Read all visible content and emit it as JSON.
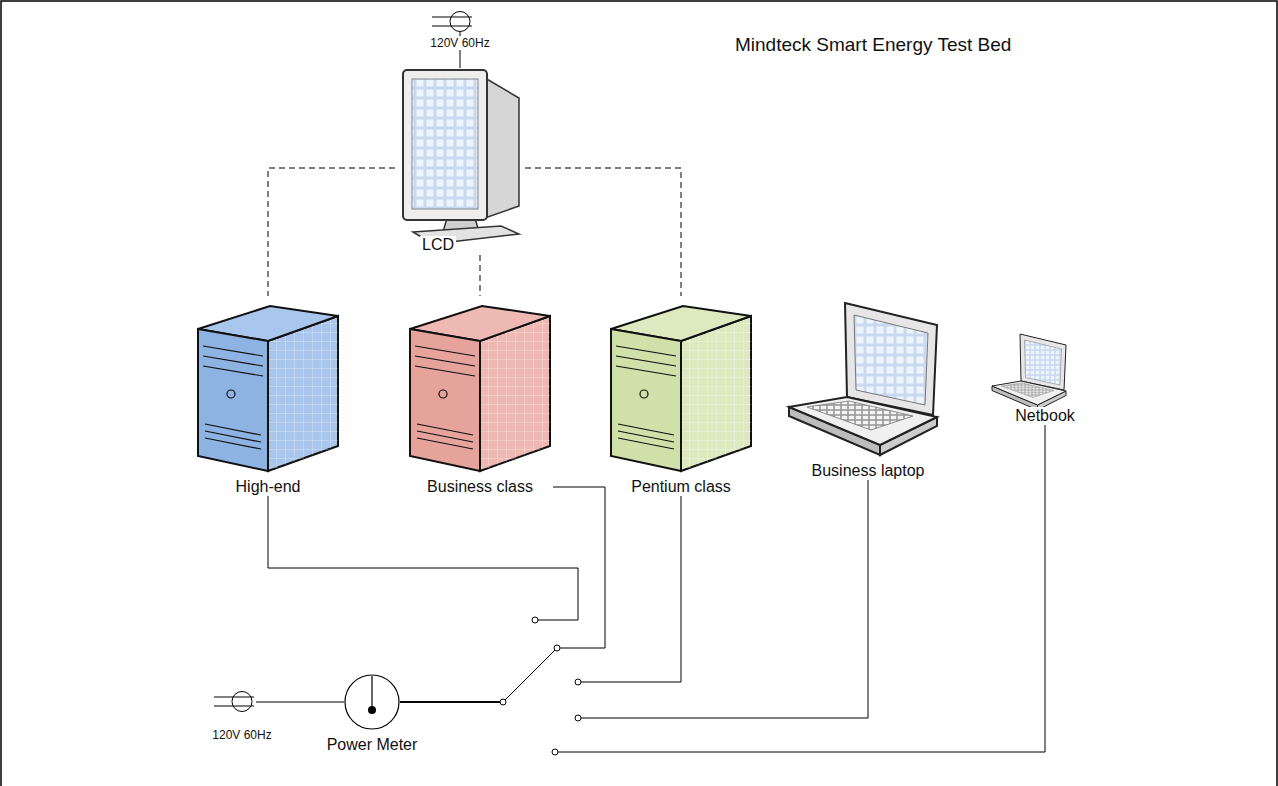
{
  "diagram": {
    "title": "Mindteck Smart Energy Test Bed",
    "nodes": [
      {
        "text": [
          "120V 60Hz"
        ]
      },
      {
        "text": [
          "LCD"
        ]
      },
      {
        "text": [
          "High-end"
        ]
      },
      {
        "text": [
          "Business class"
        ]
      },
      {
        "text": [
          "Pentium class"
        ]
      },
      {
        "text": [
          "Business laptop"
        ]
      },
      {
        "text": [
          "Netbook"
        ]
      },
      {
        "text": [
          "120V 60Hz"
        ]
      },
      {
        "text": [
          "Power Meter"
        ]
      }
    ],
    "edges": [
      {
        "from": 0,
        "to": 1,
        "arrow": "none"
      },
      {
        "from": 1,
        "to": 2,
        "arrow": "none"
      },
      {
        "from": 1,
        "to": 3,
        "arrow": "none"
      },
      {
        "from": 1,
        "to": 4,
        "arrow": "none"
      },
      {
        "from": 7,
        "to": 8,
        "arrow": "none"
      },
      {
        "from": 8,
        "to": 2,
        "arrow": "none"
      },
      {
        "from": 8,
        "to": 3,
        "arrow": "none"
      },
      {
        "from": 8,
        "to": 4,
        "arrow": "none"
      },
      {
        "from": 8,
        "to": 5,
        "arrow": "none"
      },
      {
        "from": 8,
        "to": 6,
        "arrow": "none"
      }
    ]
  }
}
